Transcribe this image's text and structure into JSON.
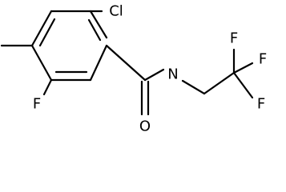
{
  "molecule": {
    "atoms": {
      "cl": "Cl",
      "f_ring": "F",
      "o": "O",
      "n": "N",
      "f1": "F",
      "f2": "F",
      "f3": "F"
    }
  }
}
